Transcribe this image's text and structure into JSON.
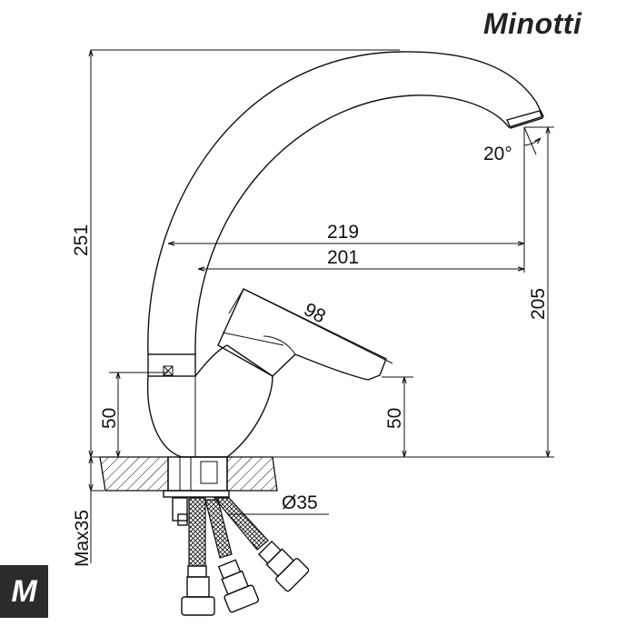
{
  "brand": {
    "logo": "Minotti",
    "badge": "M"
  },
  "dimensions": {
    "total_height": "251",
    "spout_height": "205",
    "reach_outer": "219",
    "reach_inner": "201",
    "lever_length": "98",
    "spout_angle": "20°",
    "base_height_left": "50",
    "base_height_right": "50",
    "mount_hole": "Ø35",
    "max_counter_thickness": "Max35"
  }
}
